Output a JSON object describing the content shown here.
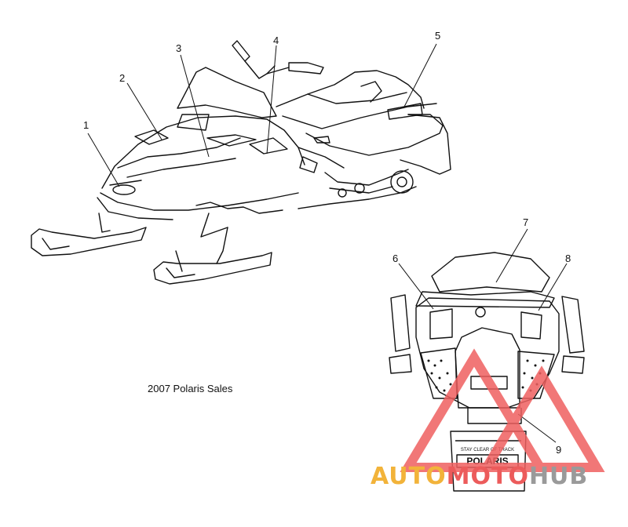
{
  "callouts": [
    {
      "id": "1",
      "label": "1"
    },
    {
      "id": "2",
      "label": "2"
    },
    {
      "id": "3",
      "label": "3"
    },
    {
      "id": "4",
      "label": "4"
    },
    {
      "id": "5",
      "label": "5"
    },
    {
      "id": "6",
      "label": "6"
    },
    {
      "id": "7",
      "label": "7"
    },
    {
      "id": "8",
      "label": "8"
    },
    {
      "id": "9",
      "label": "9"
    }
  ],
  "caption": "2007 Polaris Sales",
  "rear_decals": {
    "warning": "STAY CLEAR OF TRACK",
    "brand": "POLARIS"
  },
  "watermark": {
    "part1": "AUTO",
    "part2": "MOTO",
    "part3": "HUB",
    "colors": {
      "auto": "#f2b33a",
      "moto": "#ec5b5b",
      "hub": "#9a9a9a",
      "triangle": "#ef6060"
    }
  }
}
